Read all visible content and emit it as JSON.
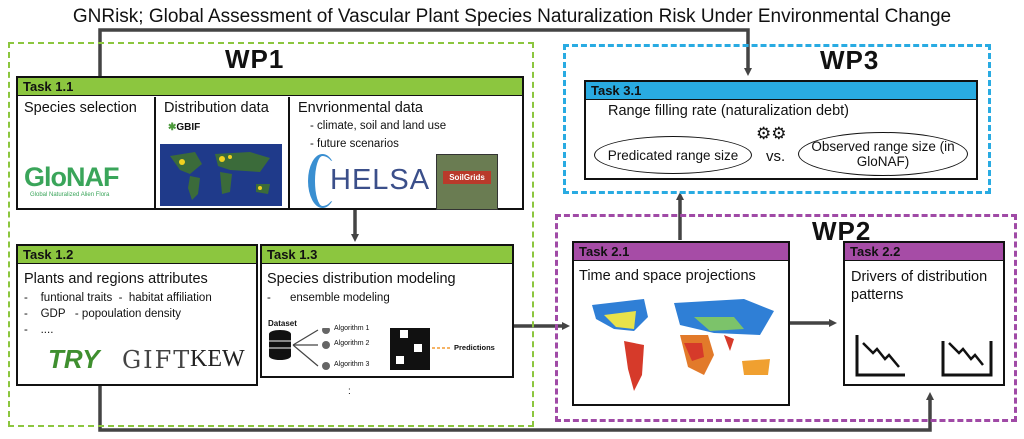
{
  "title": "GNRisk; Global Assessment of Vascular Plant Species Naturalization Risk Under Environmental Change",
  "wp1": {
    "label": "WP1",
    "task11": {
      "header": "Task 1.1",
      "col1": "Species selection",
      "col2": "Distribution data",
      "col3": "Envrionmental data",
      "bullet1": "- climate, soil and land use",
      "bullet2": "- future scenarios",
      "glonaf": "GloNAF",
      "glonaf_sub": "Global Naturalized Alien Flora",
      "gbif": "GBIF",
      "chelsa": "HELSA",
      "soilgrids": "SoilGrids"
    },
    "task12": {
      "header": "Task 1.2",
      "title": "Plants and regions attributes",
      "b1": "-    funtional traits  -  habitat affiliation",
      "b2": "-    GDP   - popoulation density",
      "b3": "-    ....",
      "logo1": "TRY",
      "logo2": "GIFT",
      "logo3": "KEW"
    },
    "task13": {
      "header": "Task 1.3",
      "title": "Species distribution modeling",
      "b1": "-      ensemble modeling",
      "dataset": "Dataset",
      "alg1": "Algorithm 1",
      "alg2": "Algorithm 2",
      "alg3": "Algorithm 3",
      "predictions": "Predictions",
      "dots": ":"
    }
  },
  "wp3": {
    "label": "WP3",
    "task31": {
      "header": "Task 3.1",
      "title": "Range filling rate (naturalization debt)",
      "left": "Predicated range size",
      "vs": "vs.",
      "right": "Observed range size (in GloNAF)"
    }
  },
  "wp2": {
    "label": "WP2",
    "task21": {
      "header": "Task 2.1",
      "title": "Time and space projections"
    },
    "task22": {
      "header": "Task 2.2",
      "title": "Drivers of distribution patterns"
    }
  },
  "colors": {
    "wp1": "#8cc63f",
    "wp2": "#a04aa6",
    "wp3": "#29abe2"
  }
}
